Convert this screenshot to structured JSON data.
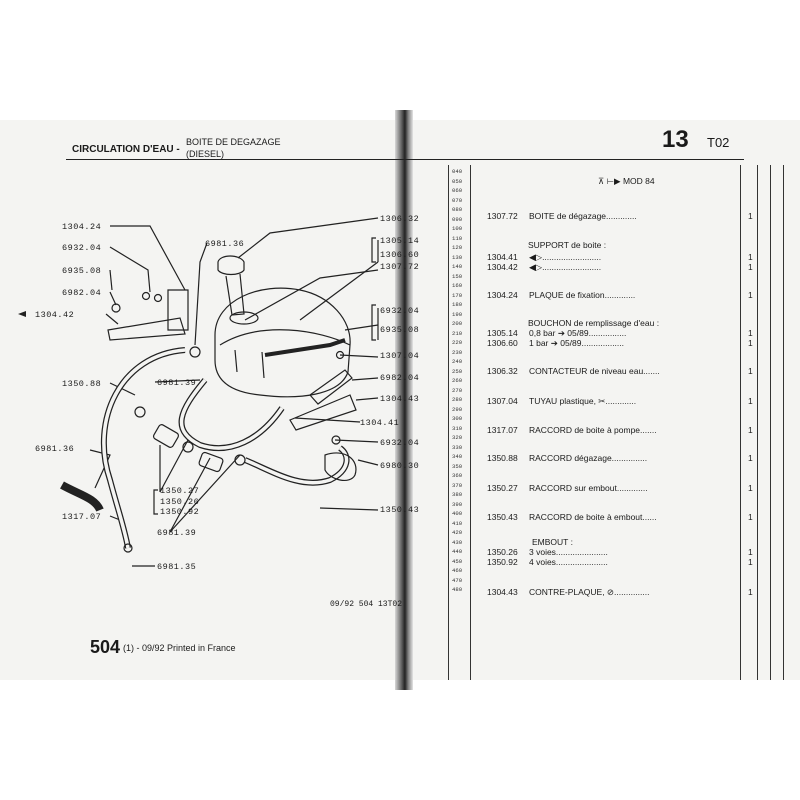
{
  "header": {
    "section": "CIRCULATION D'EAU -",
    "subtitle1": "BOITE DE DEGAZAGE",
    "subtitle2": "(DIESEL)",
    "page_number": "13",
    "page_code": "T02"
  },
  "callouts": {
    "c1304_24": "1304.24",
    "c6932_04a": "6932.04",
    "c6935_08a": "6935.08",
    "c6982_04a": "6982.04",
    "c1304_42": "1304.42",
    "c1350_88": "1350.88",
    "c6981_36a": "6981.36",
    "c1317_07": "1317.07",
    "c6981_35": "6981.35",
    "c6981_36b": "6981.36",
    "c6981_39a": "6981.39",
    "c1350_27": "1350.27",
    "c1350_26": "1350.26",
    "c1350_92": "1350.92",
    "c6981_39b": "6981.39",
    "c1306_32": "1306.32",
    "c1305_14": "1305.14",
    "c1306_60": "1306.60",
    "c1307_72": "1307.72",
    "c6932_04b": "6932.04",
    "c6935_08b": "6935.08",
    "c1307_04": "1307.04",
    "c6982_04b": "6982.04",
    "c1304_43": "1304.43",
    "c1304_41": "1304.41",
    "c6932_04c": "6932.04",
    "c6980_30": "6980.30",
    "c1350_43": "1350.43"
  },
  "footer": {
    "ref": "09/92  504  13T02",
    "page": "504",
    "printed": "(1) - 09/92 Printed in France"
  },
  "table": {
    "model_note": "MOD 84",
    "line_numbers": [
      "040",
      "050",
      "060",
      "070",
      "080",
      "090",
      "100",
      "110",
      "120",
      "130",
      "140",
      "150",
      "160",
      "170",
      "180",
      "190",
      "200",
      "210",
      "220",
      "230",
      "240",
      "250",
      "260",
      "270",
      "280",
      "290",
      "300",
      "310",
      "320",
      "330",
      "340",
      "350",
      "360",
      "370",
      "380",
      "390",
      "400",
      "410",
      "420",
      "430",
      "440",
      "450",
      "460",
      "470",
      "480"
    ],
    "rows": [
      {
        "ref": "1307.72",
        "desc": "BOITE de dégazage.............",
        "qty": "1"
      },
      {
        "ref": "1304.41",
        "desc": "◀▷.........................",
        "qty": "1"
      },
      {
        "ref": "1304.42",
        "desc": "◀▷.........................",
        "qty": "1"
      },
      {
        "ref": "1304.24",
        "desc": "PLAQUE de fixation.............",
        "qty": "1"
      },
      {
        "ref": "1305.14",
        "desc": "0,8 bar ➔ 05/89................",
        "qty": "1"
      },
      {
        "ref": "1306.60",
        "desc": "1 bar ➔ 05/89..................",
        "qty": "1"
      },
      {
        "ref": "1306.32",
        "desc": "CONTACTEUR de niveau eau.......",
        "qty": "1"
      },
      {
        "ref": "1307.04",
        "desc": "TUYAU plastique, ✂.............",
        "qty": "1"
      },
      {
        "ref": "1317.07",
        "desc": "RACCORD de boite à pompe.......",
        "qty": "1"
      },
      {
        "ref": "1350.88",
        "desc": "RACCORD dégazage...............",
        "qty": "1"
      },
      {
        "ref": "1350.27",
        "desc": "RACCORD sur embout.............",
        "qty": "1"
      },
      {
        "ref": "1350.43",
        "desc": "RACCORD de boite à embout......",
        "qty": "1"
      },
      {
        "ref": "1350.26",
        "desc": "3 voies......................",
        "qty": "1"
      },
      {
        "ref": "1350.92",
        "desc": "4 voies......................",
        "qty": "1"
      },
      {
        "ref": "1304.43",
        "desc": "CONTRE-PLAQUE, ⊘...............",
        "qty": "1"
      }
    ],
    "headings": {
      "support": "SUPPORT de boite :",
      "bouchon": "BOUCHON de remplissage d'eau :",
      "embout": "EMBOUT :"
    }
  }
}
